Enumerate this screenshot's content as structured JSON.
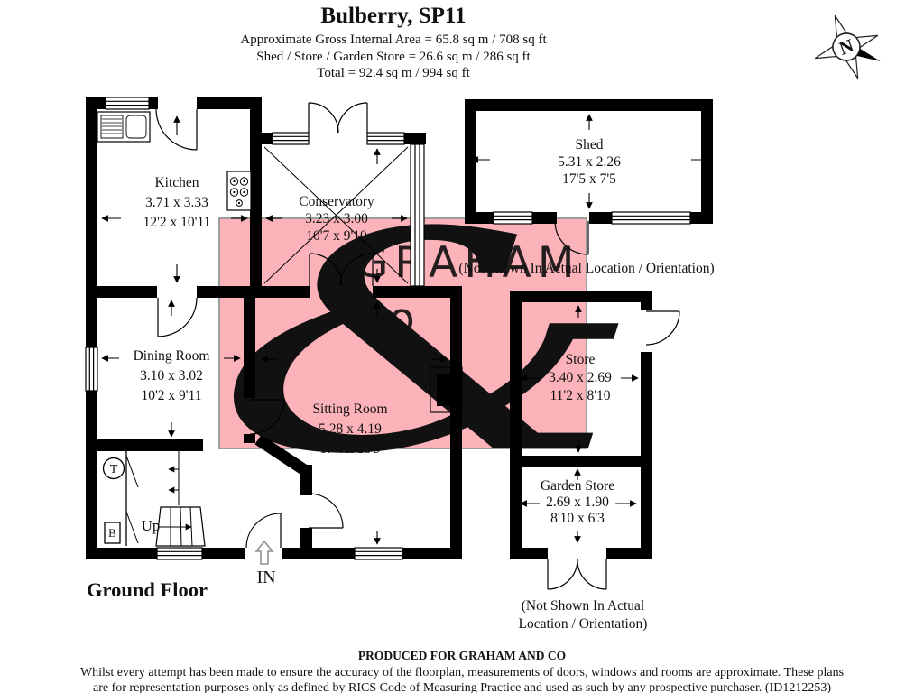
{
  "header": {
    "title": "Bulberry, SP11",
    "area_line1": "Approximate Gross Internal Area = 65.8 sq m / 708 sq ft",
    "area_line2": "Shed / Store / Garden Store = 26.6 sq m / 286 sq ft",
    "area_line3": "Total = 92.4 sq m / 994 sq ft"
  },
  "compass": {
    "north_label": "N"
  },
  "watermark": {
    "ampersand": "&",
    "word1": "GRAHAM",
    "word2": "Co",
    "pink": "#fbb2b8",
    "yellow": "#f9f2ab"
  },
  "rooms": {
    "kitchen": {
      "name": "Kitchen",
      "metric": "3.71 x 3.33",
      "imperial": "12'2 x 10'11"
    },
    "conservatory": {
      "name": "Conservatory",
      "metric": "3.23 x 3.00",
      "imperial": "10'7 x 9'10"
    },
    "shed": {
      "name": "Shed",
      "metric": "5.31 x 2.26",
      "imperial": "17'5 x 7'5"
    },
    "dining": {
      "name": "Dining Room",
      "metric": "3.10 x 3.02",
      "imperial": "10'2 x 9'11"
    },
    "sitting": {
      "name": "Sitting Room",
      "metric": "5.28 x 4.19",
      "imperial": "17'4 x 13'9"
    },
    "store": {
      "name": "Store",
      "metric": "3.40 x 2.69",
      "imperial": "11'2 x 8'10"
    },
    "garden_store": {
      "name": "Garden Store",
      "metric": "2.69 x 1.90",
      "imperial": "8'10 x 6'3"
    }
  },
  "annotations": {
    "shed_note": "(Not Shown In Actual Location / Orientation)",
    "garden_note_line1": "(Not Shown In Actual",
    "garden_note_line2": "Location / Orientation)",
    "floor_label": "Ground Floor",
    "stairs_label": "Up",
    "entrance_label": "IN",
    "tank_label": "T",
    "boiler_label": "B"
  },
  "footer": {
    "produced": "PRODUCED FOR GRAHAM AND CO",
    "disclaimer_line1": "Whilst every attempt has been made to ensure the accuracy of the floorplan, measurements of doors, windows and rooms are approximate. These plans",
    "disclaimer_line2": "are for representation purposes only as defined by RICS Code of Measuring Practice and used as such by any prospective purchaser. (ID1212253)"
  }
}
